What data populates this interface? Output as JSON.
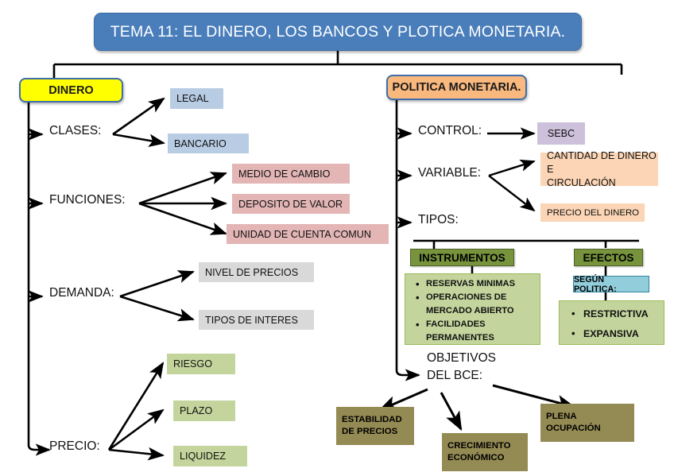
{
  "title": "TEMA 11: EL DINERO, LOS BANCOS Y PLOTICA MONETARIA.",
  "colors": {
    "title_blue": "#4a7ebb",
    "dinero_yellow": "#ffff00",
    "politica_orange": "#f9b87e",
    "chip_blue": "#b8cce4",
    "chip_pink": "#e3b5b5",
    "chip_gray": "#d9d9d9",
    "chip_green": "#c3d59c",
    "chip_purple": "#ccc0da",
    "chip_peach": "#fbd5b5",
    "chip_olive": "#948a54",
    "panel_head_green": "#77933c",
    "segun_blue": "#92cddc",
    "line_black": "#000000"
  },
  "left": {
    "root": "DINERO",
    "branches": [
      {
        "label": "CLASES:",
        "children": [
          "LEGAL",
          "BANCARIO"
        ]
      },
      {
        "label": "FUNCIONES:",
        "children": [
          "MEDIO DE CAMBIO",
          "DEPOSITO DE VALOR",
          "UNIDAD DE CUENTA COMUN"
        ]
      },
      {
        "label": "DEMANDA:",
        "children": [
          "NIVEL DE PRECIOS",
          "TIPOS DE INTERES"
        ]
      },
      {
        "label": "PRECIO:",
        "children": [
          "RIESGO",
          "PLAZO",
          "LIQUIDEZ"
        ]
      }
    ]
  },
  "right": {
    "root": "POLITICA MONETARIA.",
    "branches": [
      {
        "label": "CONTROL:",
        "children": [
          "SEBC"
        ]
      },
      {
        "label": "VARIABLE:",
        "children": [
          "CANTIDAD DE DINERO E CIRCULACIÓN",
          "PRECIO DEL DINERO"
        ]
      },
      {
        "label": "TIPOS:",
        "children": []
      }
    ],
    "variable_child_1_line1": "CANTIDAD DE DINERO E",
    "variable_child_1_line2": "CIRCULACIÓN",
    "panels": [
      {
        "header": "INSTRUMENTOS",
        "items": [
          "RESERVAS MINIMAS",
          "OPERACIONES DE MERCADO ABIERTO",
          "FACILIDADES PERMANENTES"
        ],
        "items_wrapped": [
          [
            "RESERVAS MINIMAS"
          ],
          [
            "OPERACIONES DE",
            "MERCADO ABIERTO"
          ],
          [
            "FACILIDADES",
            "PERMANENTES"
          ]
        ]
      },
      {
        "header": "EFECTOS",
        "subheader": "SEGÚN POLITICA:",
        "items": [
          "RESTRICTIVA",
          "EXPANSIVA"
        ]
      }
    ],
    "objetivos": {
      "line1": "OBJETIVOS",
      "line2": "DEL BCE:"
    },
    "objetivos_children": [
      {
        "line1": "ESTABILIDAD",
        "line2": "DE PRECIOS"
      },
      {
        "line1": "CRECIMIENTO",
        "line2": "ECONÓMICO"
      },
      {
        "line1": "PLENA",
        "line2": "OCUPACIÓN"
      }
    ]
  }
}
